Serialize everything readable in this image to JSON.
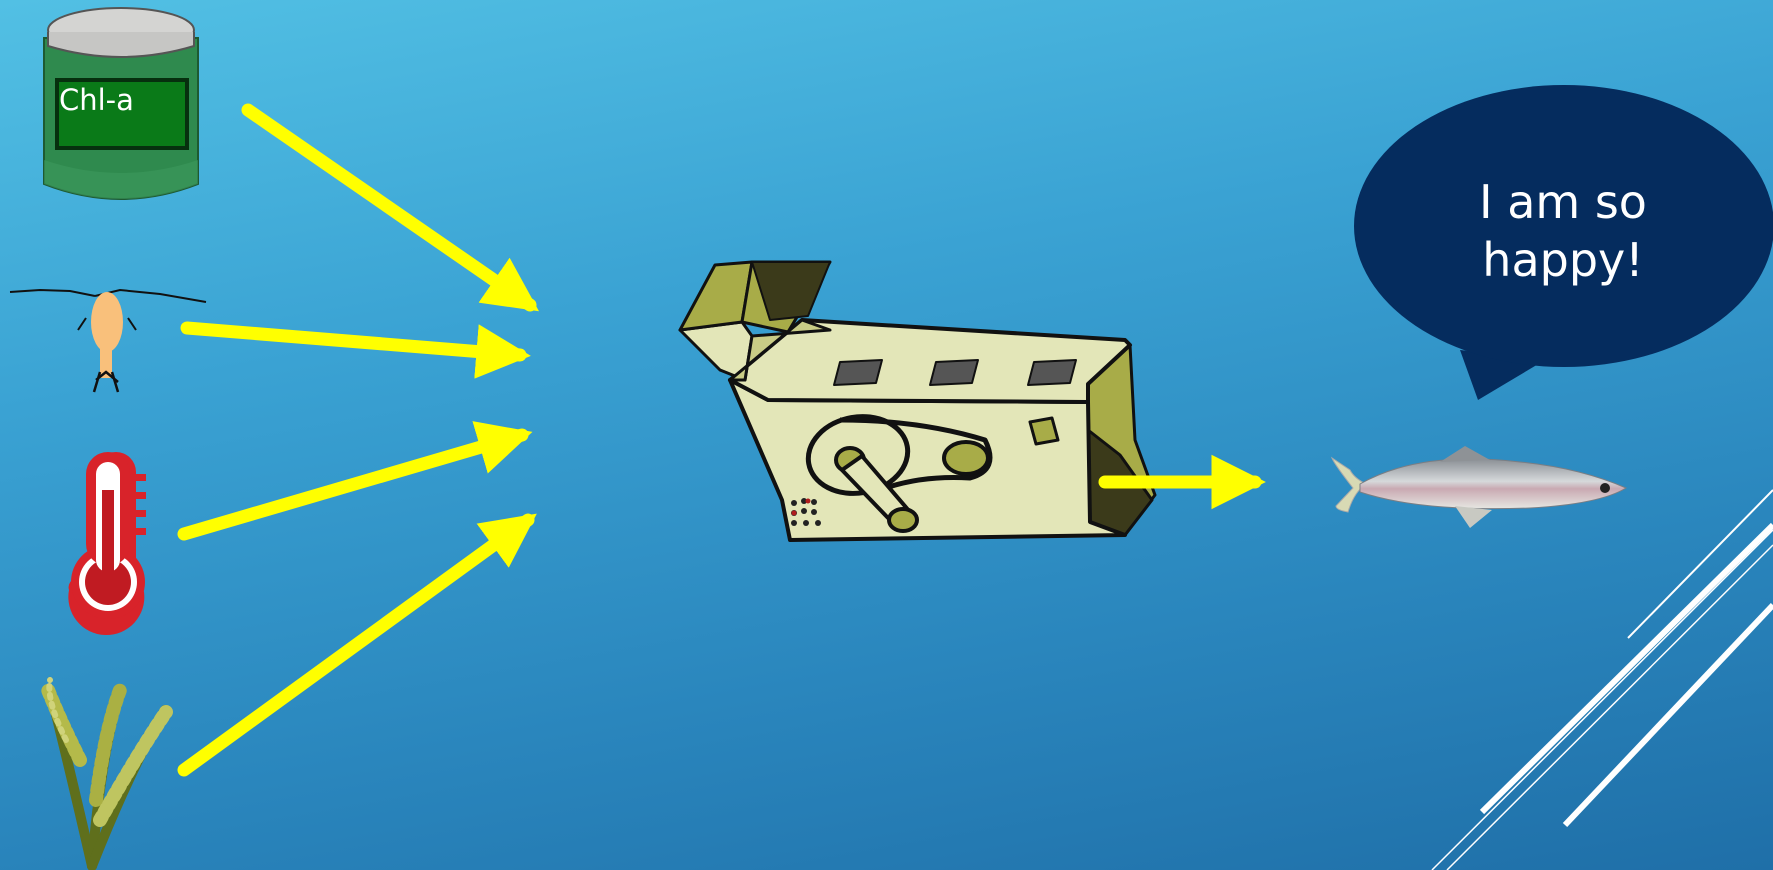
{
  "jar": {
    "label": "Chl-a"
  },
  "speech_bubble": {
    "line1": "I am so",
    "line2": "happy!"
  },
  "colors": {
    "arrow": "#ffff00",
    "bubble": "#052c5e",
    "jar_body": "#2f8a4e",
    "jar_label": "#0a7a18",
    "thermometer": "#d8232a",
    "machine_body": "#e3e6b8",
    "machine_accent": "#a8ac48"
  },
  "icons": {
    "jar": "chlorophyll-jar-icon",
    "zooplankton": "copepod-icon",
    "temperature": "thermometer-icon",
    "vegetation": "aquatic-plant-icon",
    "machine": "machine-icon",
    "fish": "fish-icon"
  }
}
